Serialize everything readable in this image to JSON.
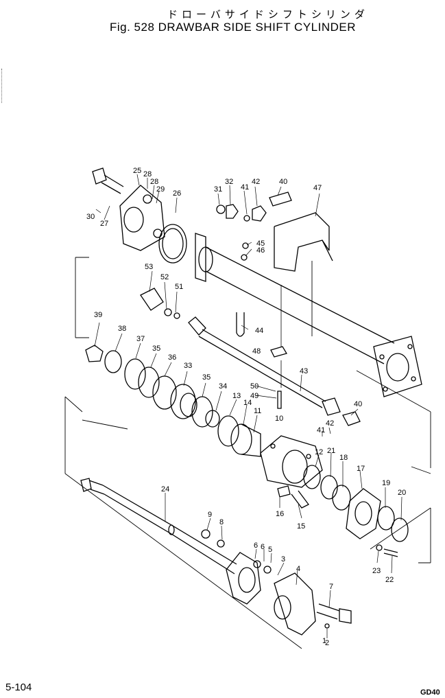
{
  "header": {
    "japanese_title": "ドローバサイドシフトシリンダ",
    "figure_title": "Fig. 528  DRAWBAR SIDE SHIFT CYLINDER"
  },
  "footer": {
    "page_number": "5-104",
    "model_code": "GD40"
  },
  "callouts": [
    "1",
    "2",
    "3",
    "4",
    "5",
    "6",
    "6",
    "7",
    "8",
    "9",
    "10",
    "11",
    "12",
    "13",
    "14",
    "15",
    "16",
    "17",
    "18",
    "19",
    "20",
    "21",
    "22",
    "23",
    "24",
    "25",
    "26",
    "27",
    "28",
    "28",
    "29",
    "30",
    "31",
    "32",
    "33",
    "34",
    "35",
    "35",
    "36",
    "37",
    "38",
    "39",
    "40",
    "40",
    "41",
    "41",
    "42",
    "42",
    "43",
    "44",
    "45",
    "46",
    "47",
    "48",
    "49",
    "50",
    "51",
    "52",
    "53"
  ]
}
